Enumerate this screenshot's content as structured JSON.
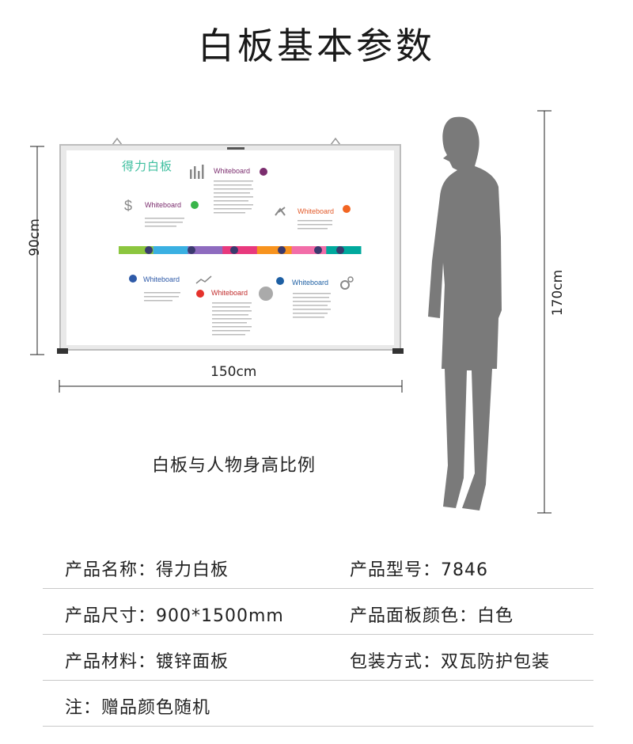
{
  "title": "白板基本参数",
  "illustration": {
    "height_label_board": "90cm",
    "width_label_board": "150cm",
    "height_label_person": "170cm",
    "caption": "白板与人物身高比例",
    "board": {
      "brand": "得力白板",
      "labels": [
        "Whiteboard",
        "Whiteboard",
        "Whiteboard",
        "Whiteboard",
        "Whiteboard",
        "Whiteboard"
      ],
      "timeline_colors": [
        "#8cc63f",
        "#3ab0e2",
        "#8e6bbf",
        "#e8397d",
        "#f7931e",
        "#f26da8",
        "#00a99d"
      ]
    }
  },
  "specs": {
    "rows": [
      {
        "left": "产品名称：得力白板",
        "right": "产品型号：7846"
      },
      {
        "left": "产品尺寸：900*1500mm",
        "right": "产品面板颜色：白色"
      },
      {
        "left": "产品材料：镀锌面板",
        "right": "包装方式：双瓦防护包装"
      },
      {
        "left": "注：赠品颜色随机",
        "right": ""
      }
    ]
  }
}
